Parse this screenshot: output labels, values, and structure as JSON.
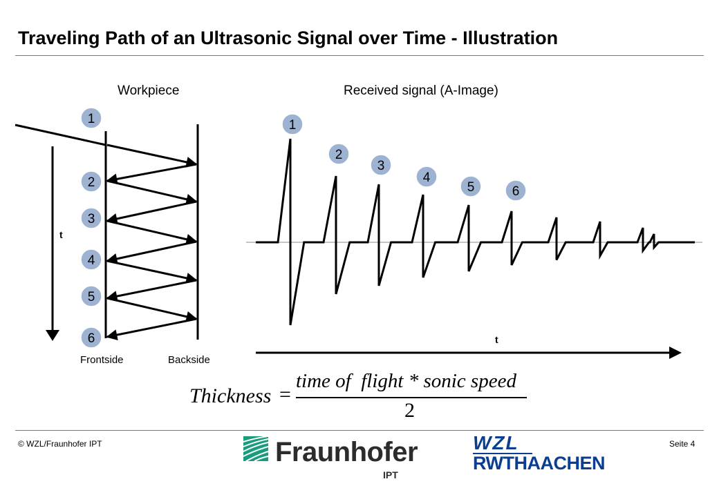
{
  "title": "Traveling Path of an Ultrasonic Signal over Time - Illustration",
  "workpiece": {
    "heading": "Workpiece",
    "frontside_label": "Frontside",
    "backside_label": "Backside",
    "time_axis_label": "t",
    "echo_markers": [
      "1",
      "2",
      "3",
      "4",
      "5",
      "6"
    ]
  },
  "a_image": {
    "heading": "Received signal (A-Image)",
    "time_axis_label": "t",
    "echo_markers": [
      "1",
      "2",
      "3",
      "4",
      "5",
      "6"
    ],
    "pulse_peaks": [
      1.0,
      0.64,
      0.56,
      0.46,
      0.36,
      0.3,
      0.24,
      0.2,
      0.14,
      0.08
    ],
    "pulse_troughs": [
      -0.8,
      -0.5,
      -0.42,
      -0.34,
      -0.28,
      -0.22,
      -0.17,
      -0.13,
      -0.08,
      -0.05
    ]
  },
  "formula": {
    "lhs": "Thickness",
    "equals": "=",
    "numerator": "time of  flight * sonic speed",
    "denominator": "2"
  },
  "footer": {
    "copyright": "© WZL/Fraunhofer IPT",
    "page": "Seite 4"
  },
  "logos": {
    "fraunhofer_name": "Fraunhofer",
    "fraunhofer_unit": "IPT",
    "fraunhofer_color": "#179c7d",
    "wzl": "WZL",
    "rwth": "RWTHAACHEN",
    "rwth_color": "#0b3d91"
  },
  "colors": {
    "marker_fill": "#9eb3d2"
  }
}
